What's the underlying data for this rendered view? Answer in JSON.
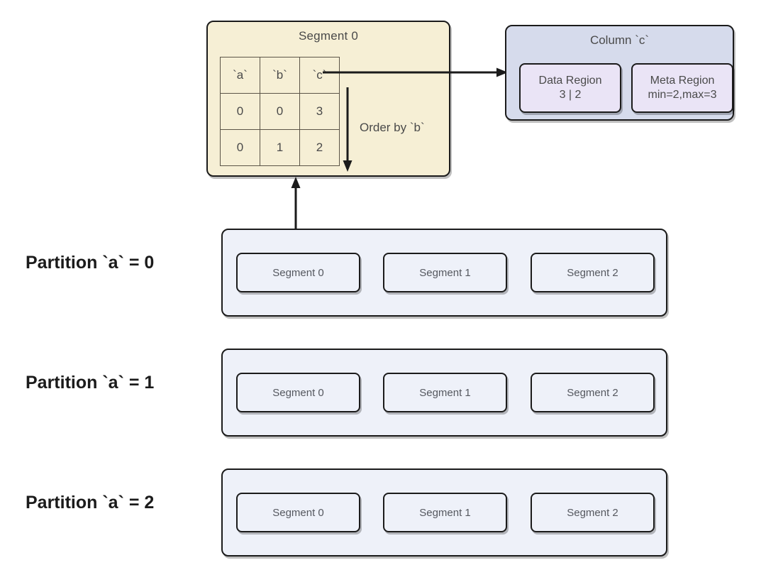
{
  "diagram": {
    "title": "Partitioned segment storage layout",
    "colors": {
      "segment_detail_bg": "#f6efd5",
      "column_box_bg": "#d6dbec",
      "region_box_bg": "#eae4f6",
      "partition_bg": "#eef1f9",
      "stroke": "#1b1b1b",
      "table_border": "#5b5447",
      "text": "#4a4a4a"
    }
  },
  "segment_detail": {
    "title": "Segment 0",
    "table": {
      "columns": [
        "`a`",
        "`b`",
        "`c`"
      ],
      "rows": [
        [
          "0",
          "0",
          "3"
        ],
        [
          "0",
          "1",
          "2"
        ]
      ]
    },
    "order_by_label": "Order by `b`"
  },
  "column_detail": {
    "title": "Column `c`",
    "regions": [
      {
        "name": "data-region",
        "title": "Data Region",
        "value": "3 | 2"
      },
      {
        "name": "meta-region",
        "title": "Meta Region",
        "value": "min=2,max=3"
      }
    ]
  },
  "partitions": [
    {
      "label": "Partition `a` = 0",
      "segments": [
        "Segment 0",
        "Segment 1",
        "Segment 2"
      ]
    },
    {
      "label": "Partition `a` = 1",
      "segments": [
        "Segment 0",
        "Segment 1",
        "Segment 2"
      ]
    },
    {
      "label": "Partition `a` = 2",
      "segments": [
        "Segment 0",
        "Segment 1",
        "Segment 2"
      ]
    }
  ],
  "connectors": [
    {
      "name": "segment-zoom-arrow",
      "from": "partition-0 Segment 0",
      "to": "segment-detail-box",
      "direction": "up"
    },
    {
      "name": "column-link-arrow",
      "from": "segment-table column `c`",
      "to": "column-c-box",
      "direction": "right"
    },
    {
      "name": "order-by-arrow",
      "from": "segment-table top",
      "to": "segment-table bottom",
      "direction": "down"
    }
  ]
}
